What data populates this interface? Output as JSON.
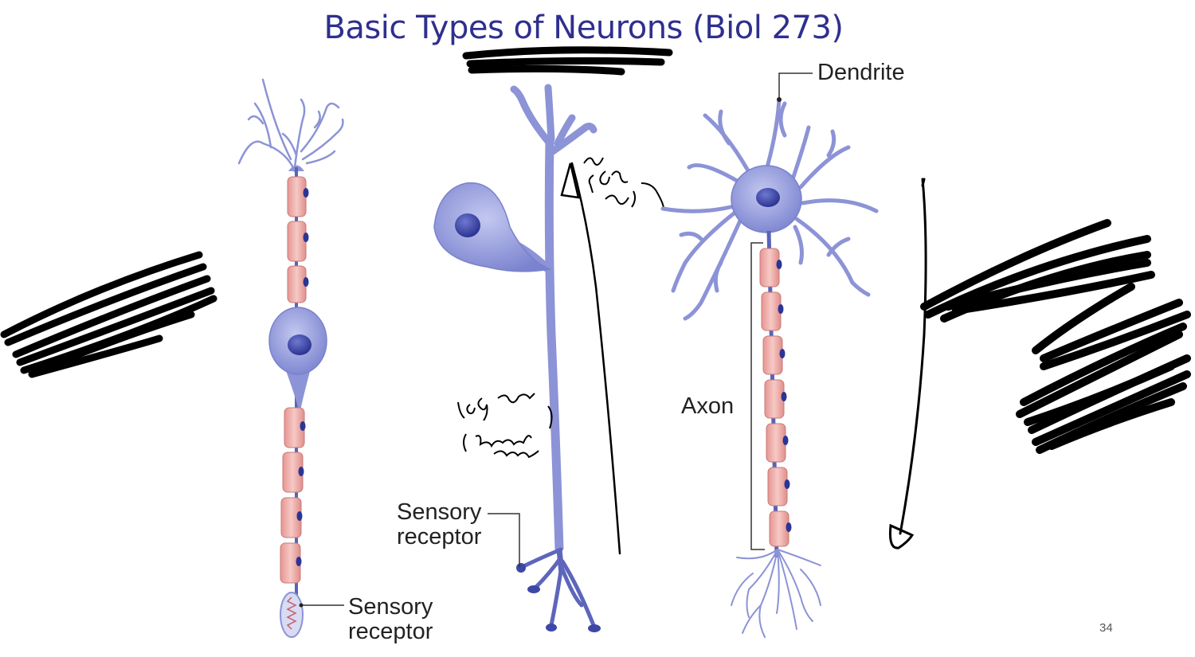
{
  "slide": {
    "title": "Basic Types of Neurons (Biol 273)",
    "page_number": "34"
  },
  "labels": {
    "sensory_receptor_left": "Sensory\nreceptor",
    "sensory_receptor_middle": "Sensory\nreceptor",
    "dendrite": "Dendrite",
    "axon": "Axon"
  },
  "colors": {
    "title": "#2f2f8f",
    "neuron": "#8c93d6",
    "neuron_dark": "#3d47a8",
    "myelin": "#e9a7a4",
    "ink": "#000000"
  }
}
